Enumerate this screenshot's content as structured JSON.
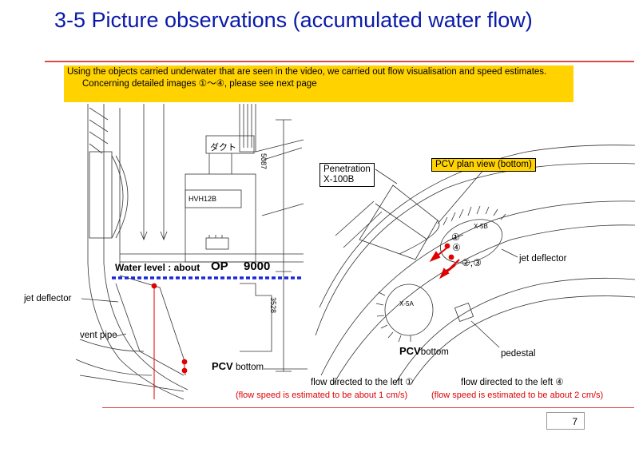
{
  "title": "3-5 Picture observations (accumulated water flow)",
  "note": {
    "line1": "Using the objects carried underwater that are seen in the video, we carried out flow visualisation and speed estimates.",
    "line2": "Concerning detailed images ①～④, please see next page"
  },
  "left_drawing": {
    "water_level_label": "Water level : about",
    "op_label": "OP",
    "op_value": "9000",
    "jet_deflector": "jet deflector",
    "vent_pipe": "vent pipe",
    "pcv_label": "PCV",
    "pcv_bottom": "bottom",
    "duct_label": "ダクト",
    "valve_label": "HVH12B",
    "dim_upper": "5087",
    "dim_lower": "3528"
  },
  "right_drawing": {
    "penetration_line1": "Penetration",
    "penetration_line2": "X-100B",
    "plan_view": "PCV plan view (bottom)",
    "jet_deflector": "jet deflector",
    "marker_1": "①",
    "marker_4": "④",
    "marker_23": "②,③",
    "pcv_label": "PCV",
    "pcv_bottom": "bottom",
    "pedestal": "pedestal",
    "vent_5b": "X-5B",
    "vent_5a": "X-5A"
  },
  "flow_captions": {
    "left_title": "flow directed to the left ①",
    "left_speed": "(flow speed is estimated to be about 1 cm/s)",
    "right_title": "flow directed to the left ④",
    "right_speed": "(flow speed is estimated to be about 2 cm/s)"
  },
  "colors": {
    "title": "#0a1aa8",
    "note_bg": "#ffd200",
    "water_level_line": "#1a28d8",
    "marker_red": "#e00000",
    "rule_red": "#e04848"
  },
  "page_number": "7"
}
